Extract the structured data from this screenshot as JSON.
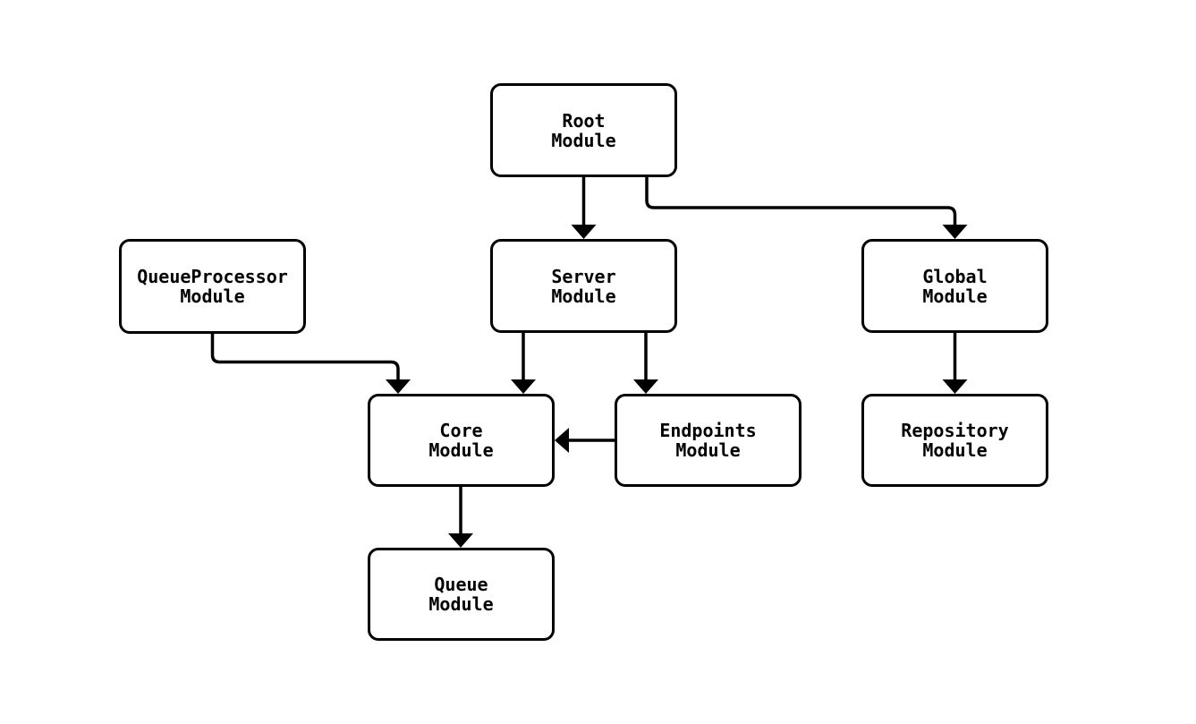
{
  "diagram": {
    "type": "module-dependency-flowchart",
    "background_color": "#ffffff",
    "node_fill_color": "#ffffff",
    "node_border_color": "#000000",
    "edge_color": "#000000",
    "text_color": "#000000",
    "nodes": [
      {
        "id": "root",
        "line1": "Root",
        "line2": "Module"
      },
      {
        "id": "server",
        "line1": "Server",
        "line2": "Module"
      },
      {
        "id": "queueprocessor",
        "line1": "QueueProcessor",
        "line2": "Module"
      },
      {
        "id": "global",
        "line1": "Global",
        "line2": "Module"
      },
      {
        "id": "core",
        "line1": "Core",
        "line2": "Module"
      },
      {
        "id": "endpoints",
        "line1": "Endpoints",
        "line2": "Module"
      },
      {
        "id": "repository",
        "line1": "Repository",
        "line2": "Module"
      },
      {
        "id": "queue",
        "line1": "Queue",
        "line2": "Module"
      }
    ],
    "edges": [
      {
        "from": "Root Module",
        "to": "Server Module"
      },
      {
        "from": "Root Module",
        "to": "Global Module"
      },
      {
        "from": "QueueProcessor Module",
        "to": "Core Module"
      },
      {
        "from": "Server Module",
        "to": "Core Module"
      },
      {
        "from": "Server Module",
        "to": "Endpoints Module"
      },
      {
        "from": "Endpoints Module",
        "to": "Core Module"
      },
      {
        "from": "Global Module",
        "to": "Repository Module"
      },
      {
        "from": "Core Module",
        "to": "Queue Module"
      }
    ]
  }
}
